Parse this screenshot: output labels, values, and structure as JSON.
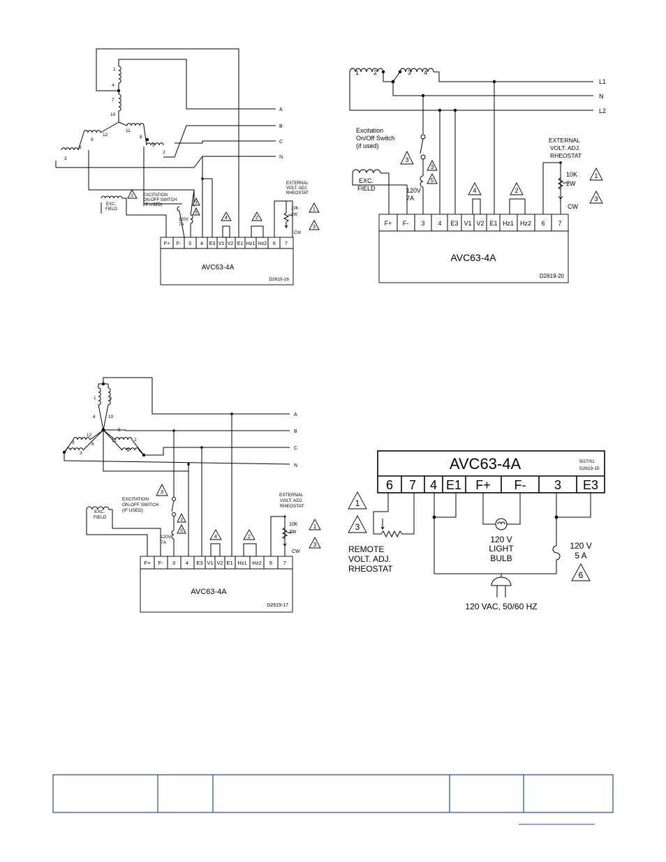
{
  "wiring_3ph_zigzag": {
    "lines": [
      "A",
      "B",
      "C",
      "N"
    ],
    "coils": [
      "1",
      "4",
      "7",
      "10",
      "11",
      "12",
      "9",
      "6",
      "3",
      "8",
      "5",
      "2"
    ],
    "excitation_field": [
      "EXC.",
      "FIELD"
    ],
    "switch_label": [
      "EXCITATION",
      "ON-OFF SWITCH",
      "(IF USED)"
    ],
    "rheostat_label": [
      "EXTERNAL",
      "VOLT. ADJ.",
      "RHEOSTAT"
    ],
    "rheostat_spec": [
      "10K",
      "2W",
      "CW"
    ],
    "fuse": [
      "120V",
      "7A"
    ],
    "terminals": [
      "F+",
      "F-",
      "3",
      "4",
      "E3",
      "V1",
      "V2",
      "E1",
      "Hz1",
      "Hz2",
      "6",
      "7"
    ],
    "regulator": "AVC63-4A",
    "drawing_number": "D2619-16"
  },
  "wiring_single_phase": {
    "lines": [
      "L1",
      "N",
      "L2"
    ],
    "coils": [
      "1",
      "2",
      "3",
      "4"
    ],
    "switch_label": [
      "Excitation",
      "On/Off Switch",
      "(if used)"
    ],
    "excitation_field": [
      "EXC.",
      "FIELD"
    ],
    "rheostat_label": [
      "EXTERNAL",
      "VOLT. ADJ.",
      "RHEOSTAT"
    ],
    "rheostat_spec": [
      "10K",
      "2W",
      "CW"
    ],
    "fuse": [
      "120V",
      "7A"
    ],
    "terminals": [
      "F+",
      "F-",
      "3",
      "4",
      "E3",
      "V1",
      "V2",
      "E1",
      "Hz1",
      "Hz2",
      "6",
      "7"
    ],
    "regulator": "AVC63-4A",
    "drawing_number": "D2619-20"
  },
  "wiring_3ph_wye": {
    "lines": [
      "A",
      "B",
      "C",
      "N"
    ],
    "coils": [
      "1",
      "4",
      "7",
      "10",
      "12",
      "11",
      "9",
      "6",
      "3",
      "8",
      "5",
      "2"
    ],
    "excitation_field": [
      "EXC.",
      "FIELD"
    ],
    "switch_label": [
      "EXCITATION",
      "ON-OFF SWITCH",
      "(IF USED)"
    ],
    "rheostat_label": [
      "EXTERNAL",
      "VOLT. ADJ.",
      "RHEOSTAT"
    ],
    "rheostat_spec": [
      "10K",
      "2W",
      "CW"
    ],
    "fuse": [
      "120V",
      "7A"
    ],
    "terminals": [
      "F+",
      "F-",
      "3",
      "4",
      "E3",
      "V1",
      "V2",
      "E1",
      "Hz1",
      "Hz2",
      "6",
      "7"
    ],
    "regulator": "AVC63-4A",
    "drawing_number": "D2619-17"
  },
  "bench_test": {
    "regulator": "AVC63-4A",
    "date": "9/27/01",
    "drawing_number": "D2619-15",
    "terminals": [
      "6",
      "7",
      "4",
      "E1",
      "F+",
      "F-",
      "3",
      "E3"
    ],
    "rheostat_label": [
      "REMOTE",
      "VOLT. ADJ.",
      "RHEOSTAT"
    ],
    "bulb_label": [
      "120 V",
      "LIGHT",
      "BULB"
    ],
    "fuse_label": [
      "120 V",
      "5 A"
    ],
    "supply_label": "120 VAC, 50/60 HZ"
  },
  "notes": {
    "n1": "1",
    "n2": "2",
    "n3": "3",
    "n4": "4",
    "n5": "5",
    "n6": "6"
  },
  "colors": {
    "footer_border": "#1f4e8c",
    "link": "#1f4aa8"
  }
}
